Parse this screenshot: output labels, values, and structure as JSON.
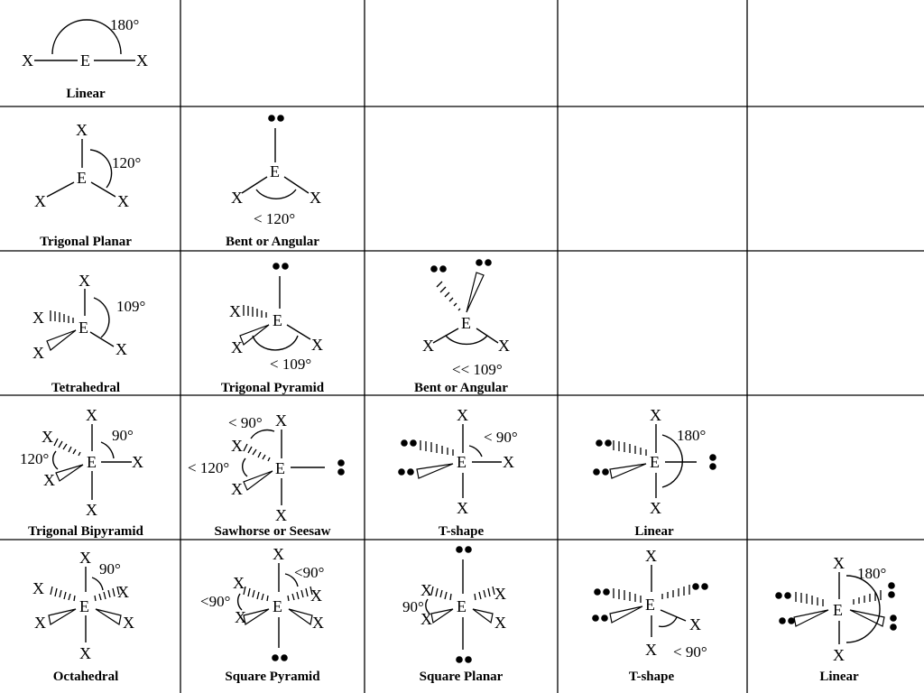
{
  "cells": [
    {
      "id": "r1c1",
      "name": "Linear",
      "angle": "180°"
    },
    {
      "id": "r2c1",
      "name": "Trigonal Planar",
      "angle": "120°"
    },
    {
      "id": "r2c2",
      "name": "Bent or Angular",
      "angle": "< 120°"
    },
    {
      "id": "r3c1",
      "name": "Tetrahedral",
      "angle": "109°"
    },
    {
      "id": "r3c2",
      "name": "Trigonal Pyramid",
      "angle": "< 109°"
    },
    {
      "id": "r3c3",
      "name": "Bent or Angular",
      "angle": "<< 109°"
    },
    {
      "id": "r4c1",
      "name": "Trigonal Bipyramid",
      "angle": "90°",
      "angle2": "120°"
    },
    {
      "id": "r4c2",
      "name": "Sawhorse or Seesaw",
      "angle": "< 90°",
      "angle2": "< 120°"
    },
    {
      "id": "r4c3",
      "name": "T-shape",
      "angle": "< 90°"
    },
    {
      "id": "r4c4",
      "name": "Linear",
      "angle": "180°"
    },
    {
      "id": "r5c1",
      "name": "Octahedral",
      "angle": "90°"
    },
    {
      "id": "r5c2",
      "name": "Square Pyramid",
      "angle": "<90°",
      "angle2": "<90°"
    },
    {
      "id": "r5c3",
      "name": "Square Planar",
      "angle": "90°"
    },
    {
      "id": "r5c4",
      "name": "T-shape",
      "angle": "< 90°"
    },
    {
      "id": "r5c5",
      "name": "Linear",
      "angle": "180°"
    }
  ],
  "atoms": {
    "central": "E",
    "ligand": "X"
  }
}
